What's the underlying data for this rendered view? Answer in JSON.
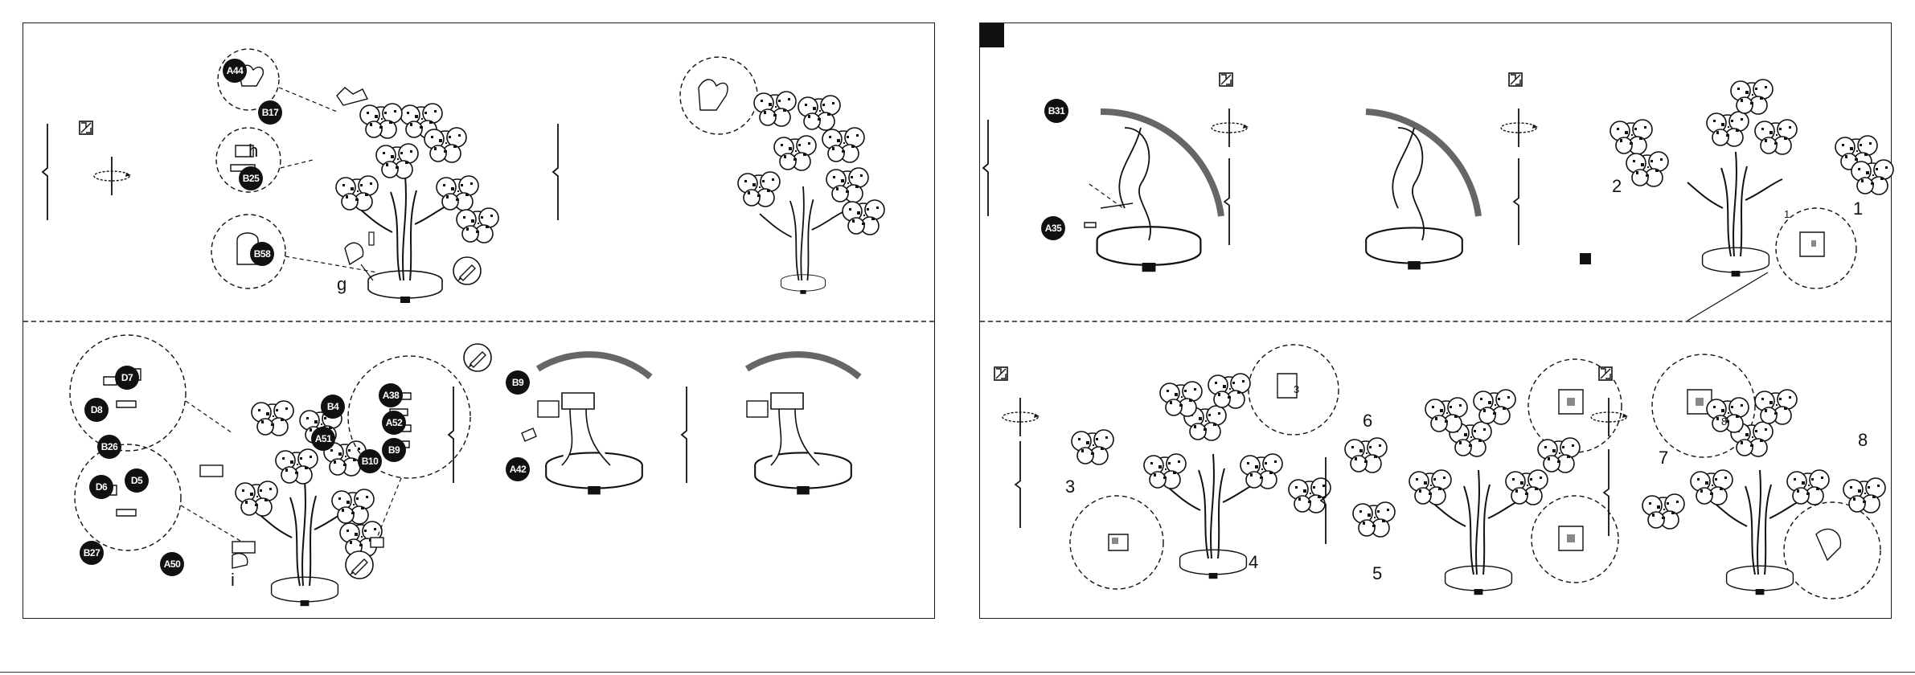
{
  "left_page": {
    "top_section": {
      "callouts": [
        "A44",
        "B17",
        "B25",
        "B58"
      ],
      "letters": [
        "h",
        "g"
      ]
    },
    "bottom_section": {
      "callouts_left": [
        "D7",
        "D8",
        "B26",
        "D6",
        "D5",
        "B27",
        "A50"
      ],
      "callouts_right": [
        "B4",
        "A38",
        "A51",
        "A52",
        "B10",
        "B9"
      ],
      "callouts_mid": [
        "B9",
        "A42"
      ],
      "letters": [
        "i"
      ]
    }
  },
  "right_page": {
    "top_section": {
      "callouts": [
        "B31",
        "A35"
      ],
      "numbers": [
        "2",
        "1",
        "1"
      ]
    },
    "bottom_section": {
      "numbers": [
        "3",
        "3",
        "4",
        "6",
        "5",
        "7",
        "8",
        "8"
      ]
    }
  }
}
